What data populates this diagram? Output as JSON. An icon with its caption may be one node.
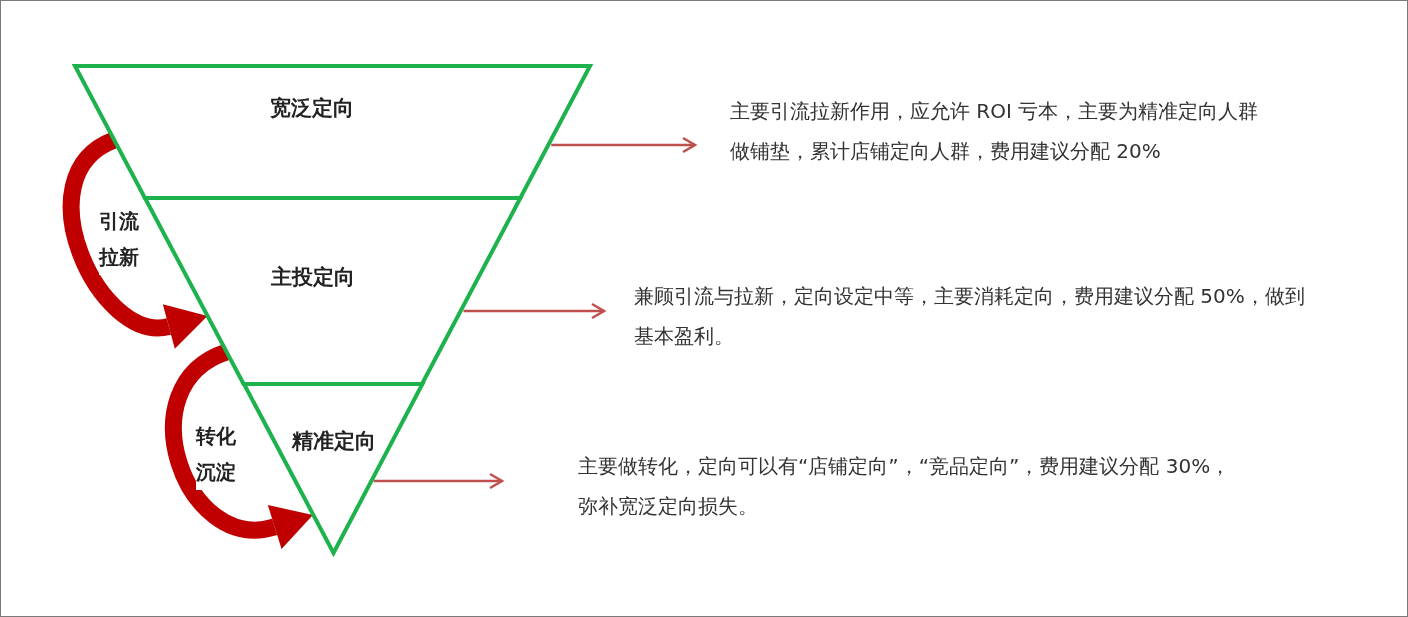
{
  "diagram": {
    "nodes": [
      {
        "text": [
          "宽泛定向"
        ]
      },
      {
        "text": [
          "主投定向"
        ]
      },
      {
        "text": [
          "精准定向"
        ]
      },
      {
        "text": [
          "主要引流拉新作用，应允许 ROI 亏本，主要为精准定向人群做铺垫，累计店铺定向人群，费用建议分配 20%"
        ]
      },
      {
        "text": [
          "兼顾引流与拉新，定向设定中等，主要消耗定向，费用建议分配 50%，做到基本盈利。"
        ]
      },
      {
        "text": [
          "主要做转化，定向可以有“店铺定向”，“竞品定向”，费用建议分配 30%，弥补宽泛定向损失。"
        ]
      }
    ],
    "edges": [
      {
        "from": 0,
        "to": 1,
        "arrow": "to",
        "label": "引流拉新",
        "style": "thick",
        "color": "#c00000"
      },
      {
        "from": 1,
        "to": 2,
        "arrow": "to",
        "label": "转化沉淀",
        "style": "thick",
        "color": "#c00000"
      },
      {
        "from": 0,
        "to": 3,
        "arrow": "to"
      },
      {
        "from": 1,
        "to": 4,
        "arrow": "to"
      },
      {
        "from": 2,
        "to": 5,
        "arrow": "to"
      }
    ]
  }
}
